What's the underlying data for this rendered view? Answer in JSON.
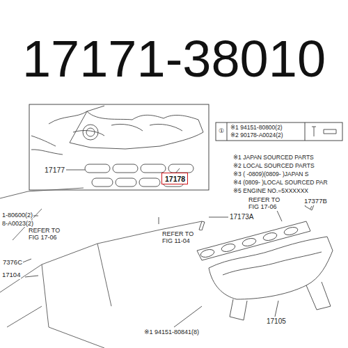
{
  "diagram": {
    "title": "17171-38010",
    "nodes": [
      {
        "text": [
          "17178"
        ]
      }
    ],
    "labels": [
      "17177",
      "①",
      "※1 94151-80800(2)",
      "※2 90178-A0024(2)",
      "※1 JAPAN SOURCED PARTS",
      "※2 LOCAL SOURCED PARTS",
      "※3 (    -0809)(0809-    )JAPAN S",
      "※4 (0809-    )LOCAL SOURCED PAR",
      "※5 ENGINE NO.=5XXXXXX",
      "1-80600(2)",
      "8-A0023(2)",
      "REFER TO FIG 17-06",
      "7376C",
      "17104",
      "REFER TO FIG 11-04",
      "17173A",
      "REFER TO FIG 17-06",
      "17377B",
      "17105",
      "※1 94151-80841(8)"
    ]
  }
}
